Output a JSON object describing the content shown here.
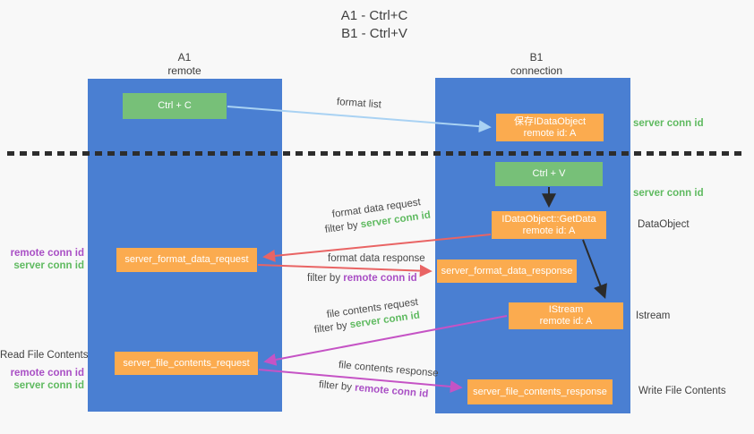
{
  "colors": {
    "bg": "#f8f8f8",
    "lane_blue": "#4a7fd2",
    "box_green": "#77c078",
    "box_orange": "#fbab4f",
    "arrow_lightblue": "#a9d2f3",
    "arrow_black": "#2b2b2b",
    "arrow_red": "#e96464",
    "arrow_magenta": "#c553c5",
    "text_green": "#5fba60",
    "text_purple": "#a94fc5",
    "text_dark": "#3f3f3f"
  },
  "title": {
    "line1": "A1 - Ctrl+C",
    "line2": "B1 - Ctrl+V"
  },
  "lanes": {
    "a": {
      "name": "A1",
      "subtitle": "remote"
    },
    "b": {
      "name": "B1",
      "subtitle": "connection"
    }
  },
  "boxes": {
    "ctrl_c": {
      "label": "Ctrl + C"
    },
    "save_idataobject": {
      "line1": "保存IDataObject",
      "line2": "remote id: A"
    },
    "ctrl_v": {
      "label": "Ctrl + V"
    },
    "getdata": {
      "line1": "IDataObject::GetData",
      "line2": "remote id: A"
    },
    "server_format_data_request": {
      "label": "server_format_data_request"
    },
    "server_format_data_response": {
      "label": "server_format_data_response"
    },
    "istream": {
      "line1": "IStream",
      "line2": "remote id: A"
    },
    "server_file_contents_request": {
      "label": "server_file_contents_request"
    },
    "server_file_contents_response": {
      "label": "server_file_contents_response"
    }
  },
  "arrow_labels": {
    "format_list": "format list",
    "format_data_request": "format data request",
    "format_data_response": "format data response",
    "file_contents_request": "file contents request",
    "file_contents_response": "file contents response",
    "filter_by": "filter by",
    "server_conn_id": "server conn id",
    "remote_conn_id": "remote conn id"
  },
  "side_labels": {
    "server_conn_id": "server conn id",
    "remote_conn_id": "remote conn id",
    "dataobject": "DataObject",
    "istream": "Istream",
    "read_file_contents": "Read File Contents",
    "write_file_contents": "Write File Contents"
  }
}
